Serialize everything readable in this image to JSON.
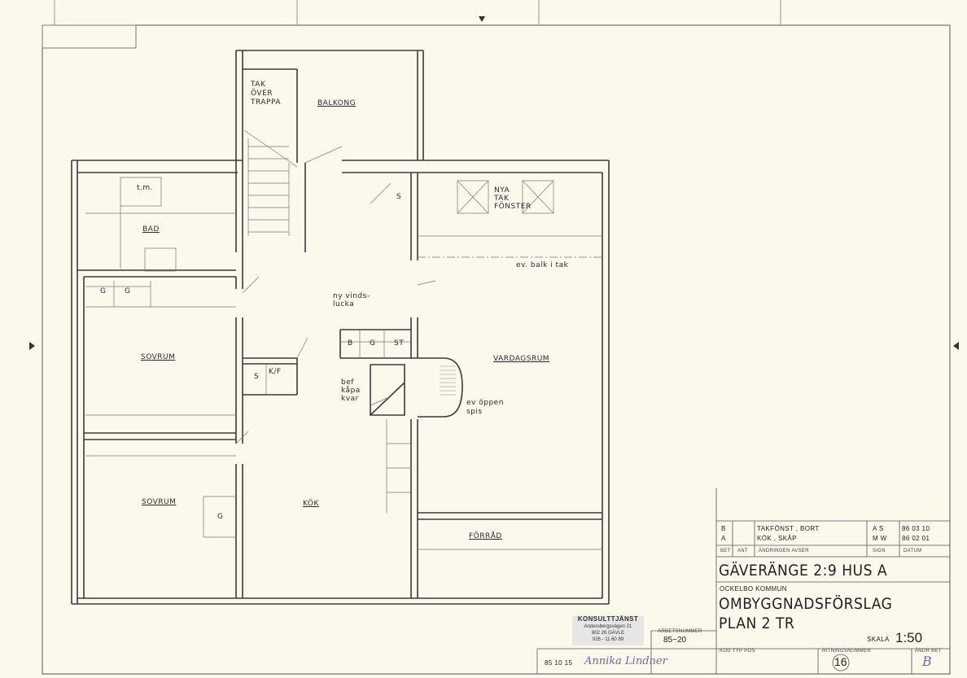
{
  "rooms": {
    "tak_over_trappa": [
      "TAK",
      "ÖVER",
      "TRAPPA"
    ],
    "balkong": "BALKONG",
    "tm": "t.m.",
    "bad": "BAD",
    "s_top": "S",
    "nya_tak_fonster": [
      "NYA",
      "TAK",
      "FÖNSTER"
    ],
    "ev_balk": "ev. balk i tak",
    "g1": "G",
    "g2": "G",
    "ny_vinds": [
      "ny vinds-",
      "lucka"
    ],
    "b": "B",
    "g3": "G",
    "st": "ST",
    "sovrum1": "SOVRUM",
    "vardagsrum": "VARDAGSRUM",
    "s_mid": "S",
    "kf": "K/F",
    "bef_kapa": [
      "bef",
      "kåpa",
      "kvar"
    ],
    "ev_oppen_spis": [
      "ev öppen",
      "spis"
    ],
    "sovrum2": "SOVRUM",
    "g_sovrum2": "G",
    "kok": "KÖK",
    "forrad": "FÖRRÅD"
  },
  "revisions": {
    "rows": [
      {
        "bet": "B",
        "ant": "",
        "text": "TAKFÖNST , BORT",
        "sign": "A S",
        "datum": "86 03 10"
      },
      {
        "bet": "A",
        "ant": "",
        "text": "KÖK , SKÅP",
        "sign": "M W",
        "datum": "86 02 01"
      }
    ],
    "headers": {
      "bet": "BET",
      "ant": "ANT",
      "text": "ÄNDRINGEN AVSER",
      "sign": "SIGN",
      "datum": "DATUM"
    }
  },
  "title_block": {
    "project": "GÄVERÄNGE 2:9  HUS A",
    "municipality": "OCKELBO KOMMUN",
    "title": "OMBYGGNADSFÖRSLAG",
    "subtitle": "PLAN 2 TR",
    "scale_label": "SKALA",
    "scale_value": "1:50",
    "kod_typ_pos": "KOD TYP POS",
    "ritningsnummer_label": "RITNINGSNUMMER",
    "ritningsnummer": "16",
    "andr_bet_label": "ÄNDR BET",
    "andr_bet": "B",
    "arbetsnummer_label": "ARBETSNUMMER",
    "arbetsnummer": "85~20",
    "date": "85 10 15",
    "signature": "Annika Lindner"
  },
  "stamp": {
    "company": "KONSULTTJÄNST",
    "address": "Andersbergsvägen 21",
    "city": "802 26  GÄVLE",
    "phone": "026 - 11 60 89"
  }
}
